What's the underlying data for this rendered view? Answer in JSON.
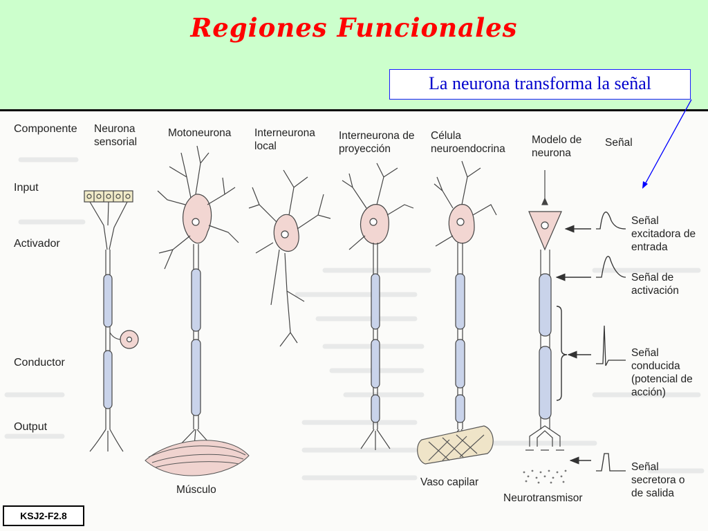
{
  "slide": {
    "title": "Regiones Funcionales",
    "subtitle": "La neurona transforma la señal",
    "figure_code": "KSJ2-F2.8"
  },
  "figure": {
    "row_header": "Componente",
    "rows": [
      "Input",
      "Activador",
      "Conductor",
      "Output"
    ],
    "columns": [
      "Neurona\nsensorial",
      "Motoneurona",
      "Interneurona\nlocal",
      "Interneurona de\nproyección",
      "Célula\nneuroendocrina",
      "Modelo de\nneurona",
      "Señal"
    ],
    "signals": [
      "Señal\nexcitadora de\nentrada",
      "Señal de\nactivación",
      "Señal\nconducida\n(potencial de\nacción)",
      "Señal\nsecretora o\nde salida"
    ],
    "target_labels": {
      "muscle": "Músculo",
      "capillary": "Vaso capilar",
      "neurotransmitter": "Neurotransmisor"
    }
  },
  "colors": {
    "header_bg": "#ccffcc",
    "title": "#ff0000",
    "subtitle": "#0000cc",
    "soma": "#f2d6d2",
    "axon": "#c9d3ea"
  }
}
